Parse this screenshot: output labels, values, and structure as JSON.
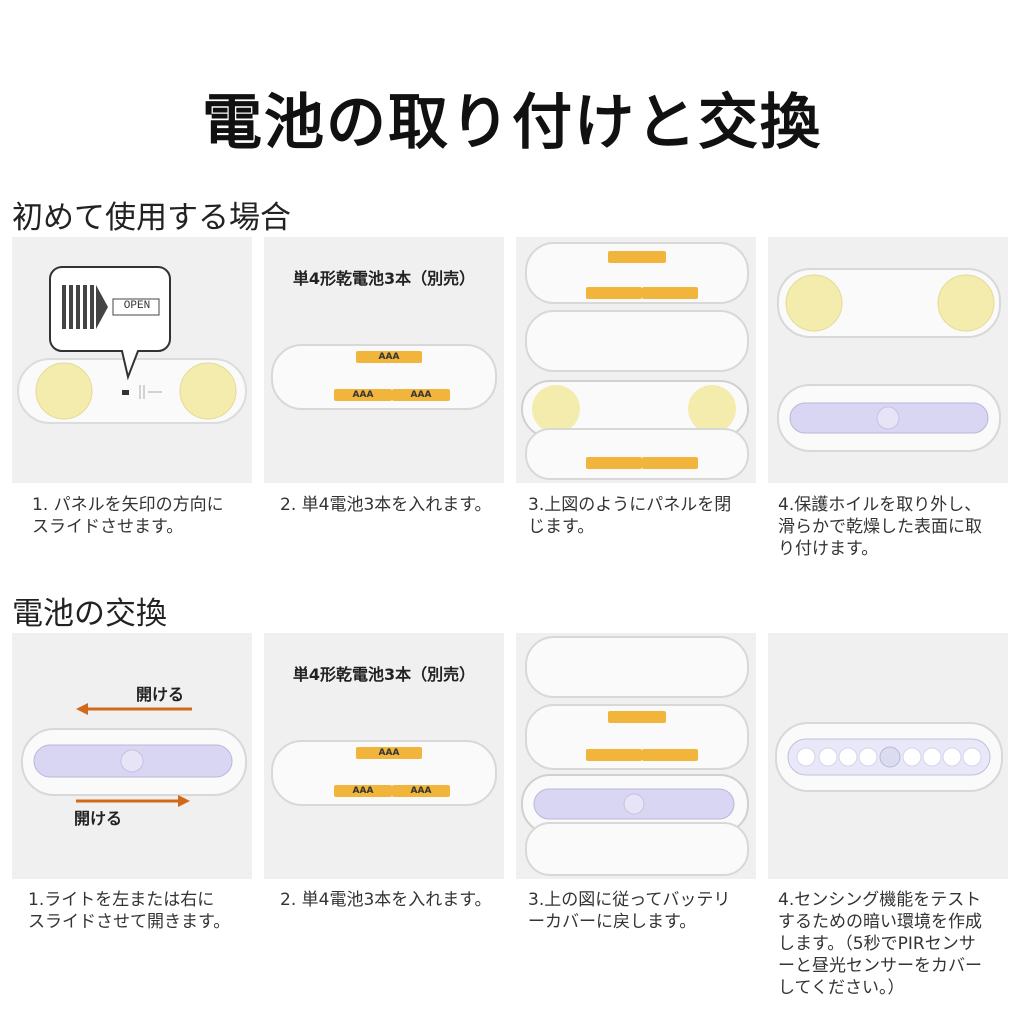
{
  "title": "電池の取り付けと交換",
  "section1": {
    "heading": "初めて使用する場合",
    "steps": [
      {
        "caption": "1. パネルを矢印の方向に\nスライドさせます。",
        "open_label": "OPEN"
      },
      {
        "caption": "2. 単4電池3本を入れます。",
        "battery_note": "単4形乾電池3本（別売）"
      },
      {
        "caption": "3.上図のようにパネルを閉\nじます。"
      },
      {
        "caption": "4.保護ホイルを取り外し、\n滑らかで乾燥した表面に取\nり付けます。"
      }
    ]
  },
  "section2": {
    "heading": "電池の交換",
    "steps": [
      {
        "caption": "1.ライトを左または右に\nスライドさせて開きます。",
        "open_label_top": "開ける",
        "open_label_bottom": "開ける"
      },
      {
        "caption": "2. 単4電池3本を入れます。",
        "battery_note": "単4形乾電池3本（別売）"
      },
      {
        "caption": "3.上の図に従ってバッテリ\nーカバーに戻します。"
      },
      {
        "caption": "4.センシング機能をテスト\nするための暗い環境を作成\nします。（5秒でPIRセンサ\nーと昼光センサーをカバー\nしてください。）"
      }
    ]
  },
  "battery_label": "AAA",
  "colors": {
    "arrow": "#d06a1a",
    "pad": "#f3ecac",
    "panel_bg": "#f0f0f0",
    "light": "#d9d6f4"
  }
}
